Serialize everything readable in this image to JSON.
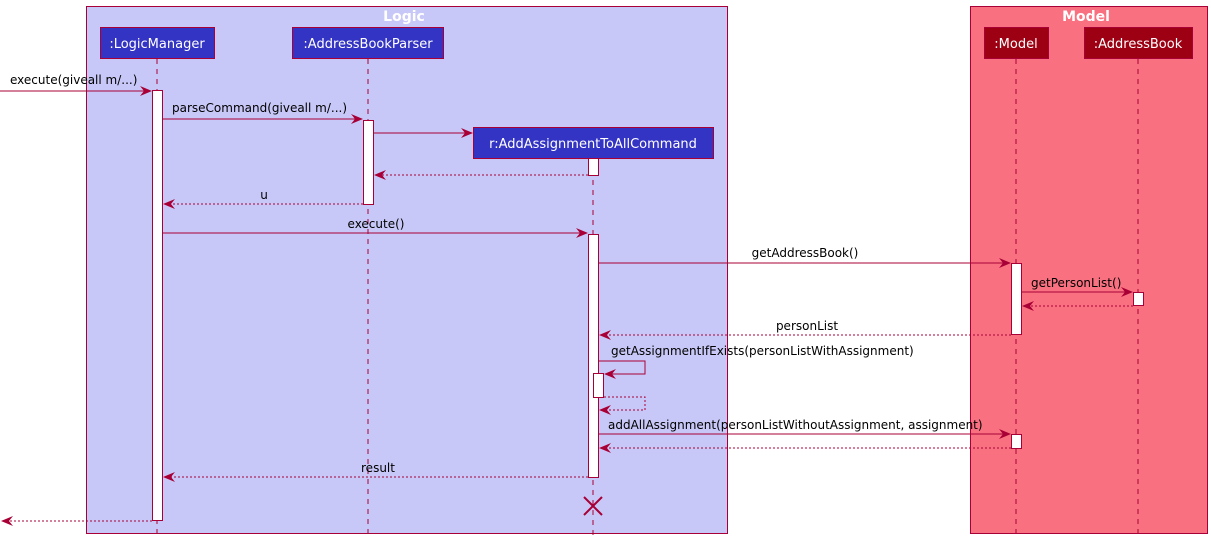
{
  "diagram": {
    "type": "sequence",
    "colors": {
      "logic_box": "#C8C8F8",
      "model_box": "#F97181",
      "logic_participant": "#3333C4",
      "model_participant": "#9D0012",
      "border": "#A80036"
    },
    "boxes": [
      {
        "id": "logic",
        "title": "Logic"
      },
      {
        "id": "model",
        "title": "Model"
      }
    ],
    "participants": [
      {
        "id": "lm",
        "label": ":LogicManager",
        "box": "logic"
      },
      {
        "id": "abp",
        "label": ":AddressBookParser",
        "box": "logic"
      },
      {
        "id": "cmd",
        "label": "r:AddAssignmentToAllCommand",
        "box": "logic"
      },
      {
        "id": "model",
        "label": ":Model",
        "box": "model"
      },
      {
        "id": "ab",
        "label": ":AddressBook",
        "box": "model"
      }
    ],
    "messages": [
      {
        "from": "external",
        "to": "lm",
        "label": "execute(giveall m/...)",
        "kind": "call"
      },
      {
        "from": "lm",
        "to": "abp",
        "label": "parseCommand(giveall m/...)",
        "kind": "call"
      },
      {
        "from": "abp",
        "to": "cmd",
        "label": "",
        "kind": "create"
      },
      {
        "from": "cmd",
        "to": "abp",
        "label": "",
        "kind": "return"
      },
      {
        "from": "abp",
        "to": "lm",
        "label": "u",
        "kind": "return"
      },
      {
        "from": "lm",
        "to": "cmd",
        "label": "execute()",
        "kind": "call"
      },
      {
        "from": "cmd",
        "to": "model",
        "label": "getAddressBook()",
        "kind": "call"
      },
      {
        "from": "model",
        "to": "ab",
        "label": "getPersonList()",
        "kind": "call"
      },
      {
        "from": "ab",
        "to": "model",
        "label": "",
        "kind": "return"
      },
      {
        "from": "model",
        "to": "cmd",
        "label": "personList",
        "kind": "return"
      },
      {
        "from": "cmd",
        "to": "cmd",
        "label": "getAssignmentIfExists(personListWithAssignment)",
        "kind": "self-call"
      },
      {
        "from": "cmd",
        "to": "cmd",
        "label": "",
        "kind": "self-return"
      },
      {
        "from": "cmd",
        "to": "model",
        "label": "addAllAssignment(personListWithoutAssignment, assignment)",
        "kind": "call"
      },
      {
        "from": "model",
        "to": "cmd",
        "label": "",
        "kind": "return"
      },
      {
        "from": "cmd",
        "to": "lm",
        "label": "result",
        "kind": "return"
      },
      {
        "from": "lm",
        "to": "external",
        "label": "",
        "kind": "return"
      }
    ],
    "destroyed": [
      "cmd"
    ]
  }
}
